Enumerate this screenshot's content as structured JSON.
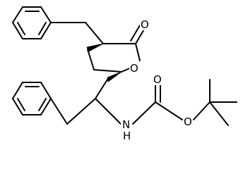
{
  "atoms": {
    "carbonyl_oxygen": "O",
    "ring_oxygen": "O",
    "carbamate_carbonyl_oxygen": "O",
    "carbamate_ester_oxygen": "O",
    "amide_nitrogen": "N",
    "amide_hydrogen": "H"
  },
  "colors": {
    "bond": "#000000",
    "background": "#ffffff"
  }
}
